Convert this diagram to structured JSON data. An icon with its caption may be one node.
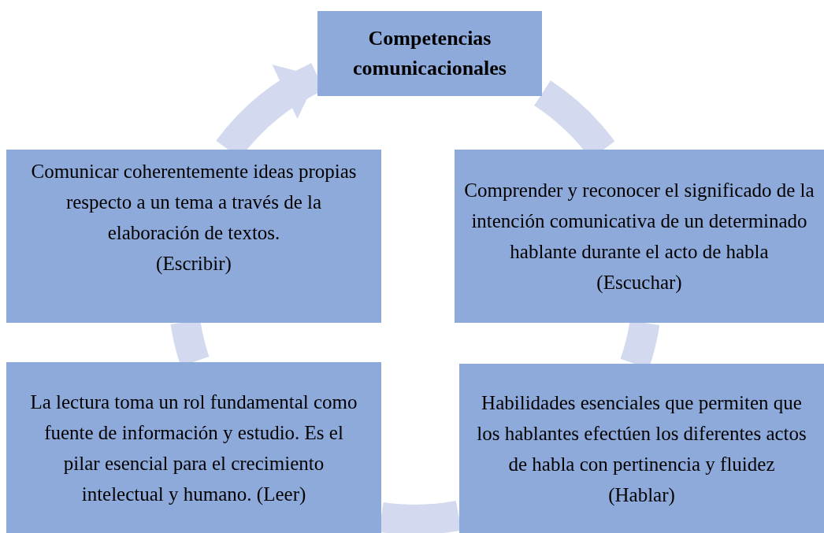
{
  "diagram": {
    "nodes": [
      {
        "text": [
          "Competencias comunicacionales"
        ]
      },
      {
        "text": [
          "Comunicar coherentemente ideas propias respecto a un tema a través de la elaboración de textos.",
          "(Escribir)"
        ]
      },
      {
        "text": [
          "Comprender y reconocer el significado de la intención comunicativa de un determinado hablante durante el acto de habla",
          "(Escuchar)"
        ]
      },
      {
        "text": [
          "La lectura toma un rol fundamental como fuente de información y estudio. Es el pilar esencial para el crecimiento intelectual y humano. (Leer)"
        ]
      },
      {
        "text": [
          "Habilidades esenciales que permiten que los hablantes efectúen los diferentes actos de habla con pertinencia y fluidez",
          "(Hablar)"
        ]
      }
    ],
    "edges": [
      {
        "from": 0,
        "to": 2,
        "arrow": "none"
      },
      {
        "from": 2,
        "to": 4,
        "arrow": "none"
      },
      {
        "from": 4,
        "to": 3,
        "arrow": "none"
      },
      {
        "from": 3,
        "to": 1,
        "arrow": "none"
      },
      {
        "from": 1,
        "to": 0,
        "arrow": "to"
      }
    ]
  }
}
